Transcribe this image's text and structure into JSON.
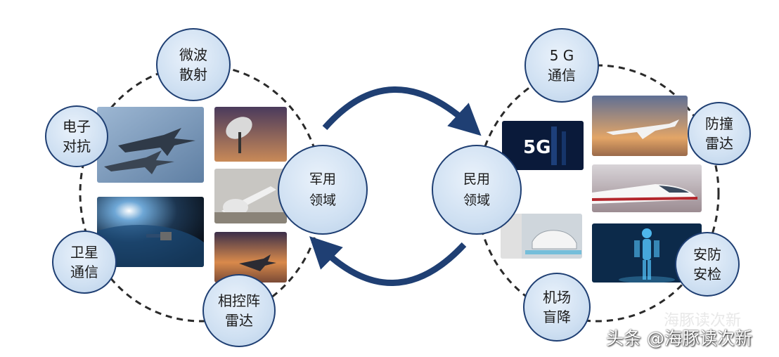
{
  "military": {
    "hub": [
      "军用",
      "领域"
    ],
    "nodes": {
      "microwave": [
        "微波",
        "散射"
      ],
      "ew": [
        "电子",
        "对抗"
      ],
      "satcom": [
        "卫星",
        "通信"
      ],
      "phased": [
        "相控阵",
        "雷达"
      ]
    }
  },
  "civil": {
    "hub": [
      "民用",
      "领域"
    ],
    "nodes": {
      "five_g": [
        "5 G",
        "通信"
      ],
      "anticollision": [
        "防撞",
        "雷达"
      ],
      "security": [
        "安防",
        "安检"
      ],
      "airport": [
        "机场",
        "盲降"
      ]
    }
  },
  "photos": {
    "five_g_label": "5G"
  },
  "watermark": {
    "back": "海豚读次新",
    "front": "头条 @海豚读次新"
  },
  "colors": {
    "arrow": "#1f3f73",
    "circle_border": "#1f3f73",
    "bubble_fill": "#cfe0f2"
  }
}
